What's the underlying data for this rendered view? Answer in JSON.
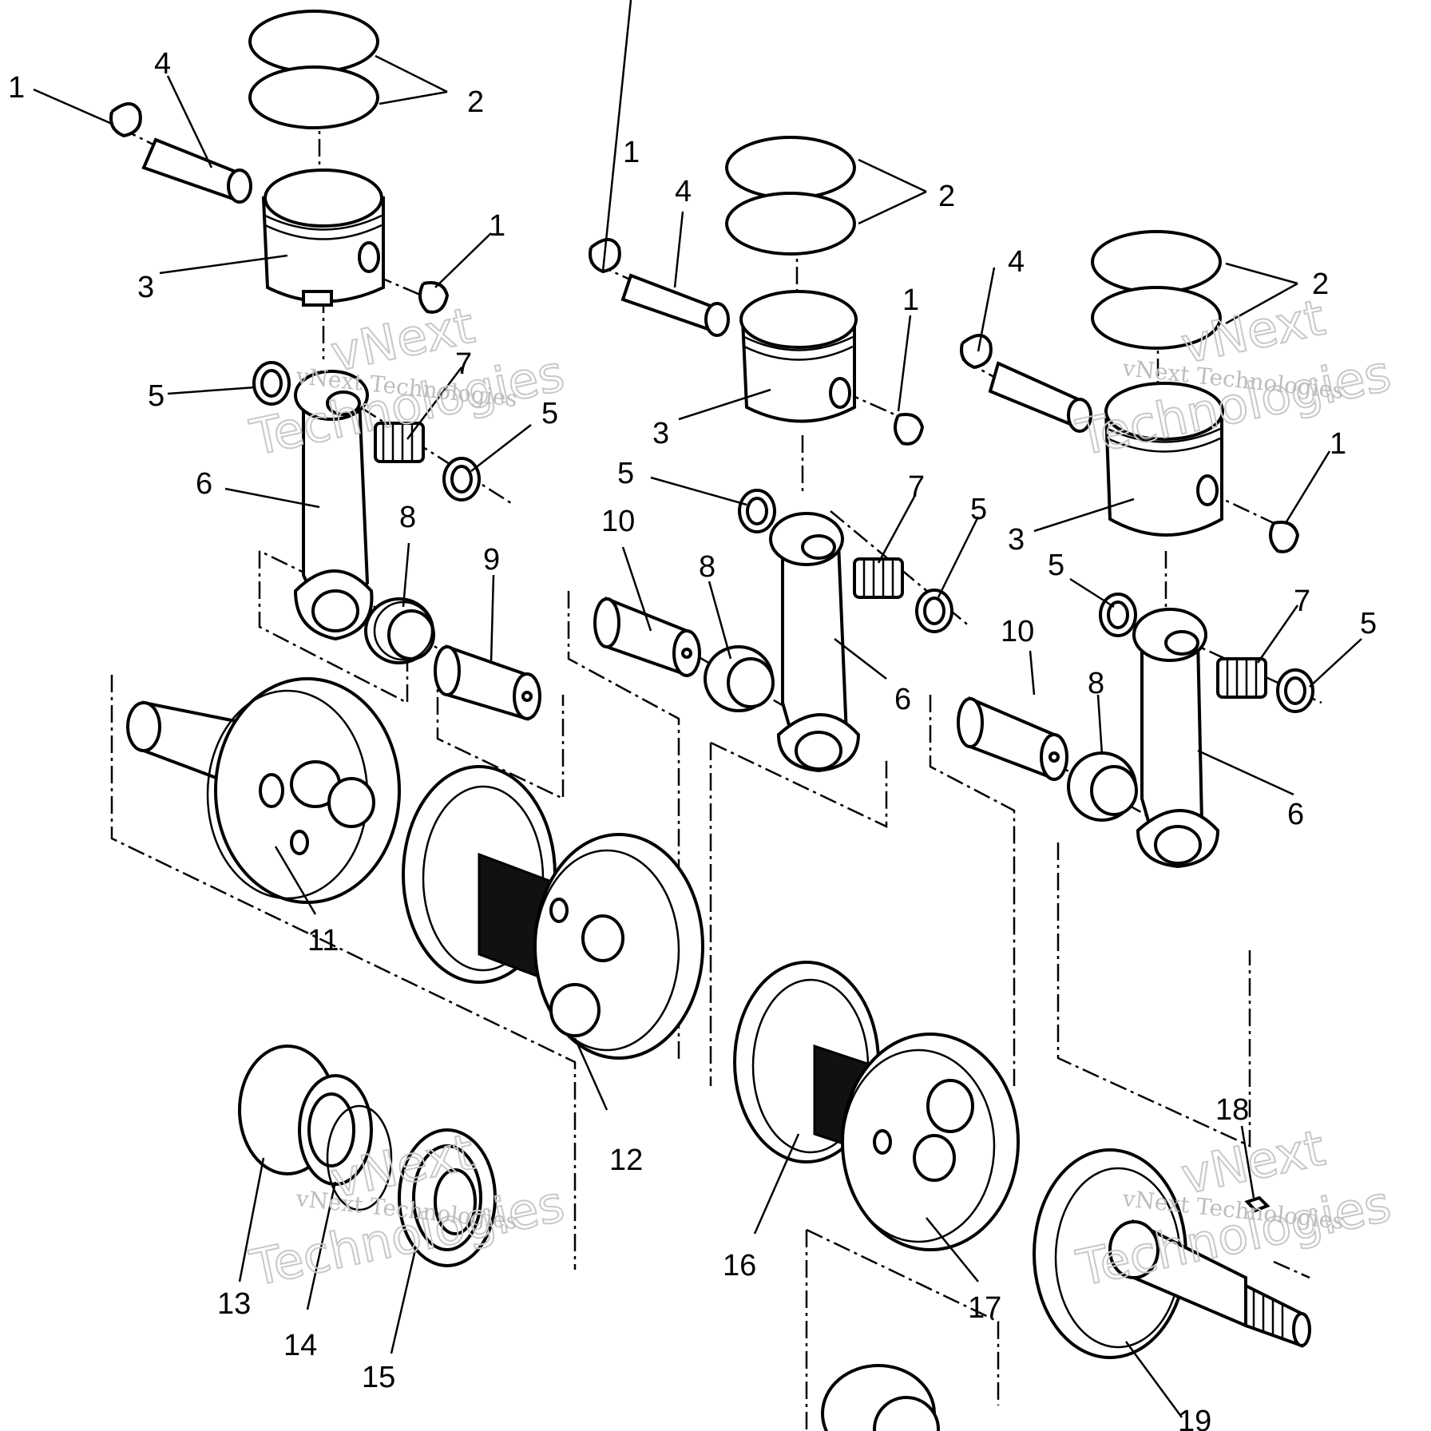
{
  "callouts": [
    {
      "id": "c1a",
      "text": "1"
    },
    {
      "id": "c4a",
      "text": "4"
    },
    {
      "id": "c2a",
      "text": "2"
    },
    {
      "id": "c3a",
      "text": "3"
    },
    {
      "id": "c1b",
      "text": "1"
    },
    {
      "id": "c5a",
      "text": "5"
    },
    {
      "id": "c7a",
      "text": "7"
    },
    {
      "id": "c5b",
      "text": "5"
    },
    {
      "id": "c6a",
      "text": "6"
    },
    {
      "id": "c8a",
      "text": "8"
    },
    {
      "id": "c9",
      "text": "9"
    },
    {
      "id": "c11",
      "text": "11"
    },
    {
      "id": "c1c",
      "text": "1"
    },
    {
      "id": "c4b",
      "text": "4"
    },
    {
      "id": "c2b",
      "text": "2"
    },
    {
      "id": "c1d",
      "text": "1"
    },
    {
      "id": "c3b",
      "text": "3"
    },
    {
      "id": "c5c",
      "text": "5"
    },
    {
      "id": "c10a",
      "text": "10"
    },
    {
      "id": "c7b",
      "text": "7"
    },
    {
      "id": "c5d",
      "text": "5"
    },
    {
      "id": "c8b",
      "text": "8"
    },
    {
      "id": "c6b",
      "text": "6"
    },
    {
      "id": "c12",
      "text": "12"
    },
    {
      "id": "c4c",
      "text": "4"
    },
    {
      "id": "c2c",
      "text": "2"
    },
    {
      "id": "c1e",
      "text": "1"
    },
    {
      "id": "c3c",
      "text": "3"
    },
    {
      "id": "c5e",
      "text": "5"
    },
    {
      "id": "c7c",
      "text": "7"
    },
    {
      "id": "c5f",
      "text": "5"
    },
    {
      "id": "c10b",
      "text": "10"
    },
    {
      "id": "c8c",
      "text": "8"
    },
    {
      "id": "c6c",
      "text": "6"
    },
    {
      "id": "c13",
      "text": "13"
    },
    {
      "id": "c14",
      "text": "14"
    },
    {
      "id": "c15",
      "text": "15"
    },
    {
      "id": "c16",
      "text": "16"
    },
    {
      "id": "c17",
      "text": "17"
    },
    {
      "id": "c18",
      "text": "18"
    },
    {
      "id": "c19",
      "text": "19"
    }
  ],
  "watermark": {
    "line1": "vNext",
    "line2": "Technologies",
    "small": "vNext Technologies"
  }
}
